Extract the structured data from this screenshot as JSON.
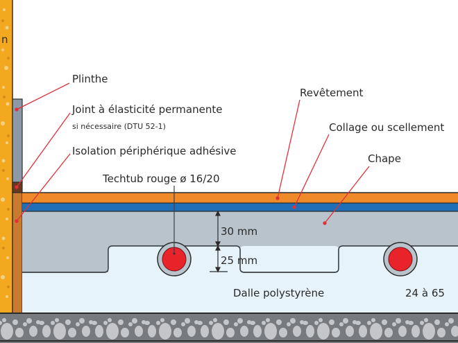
{
  "labels": {
    "wall_fragment": "n",
    "plinthe": "Plinthe",
    "joint": "Joint à élasticité permanente",
    "joint_note": "si nécessaire (DTU 52-1)",
    "isolation": "Isolation périphérique adhésive",
    "techtub": "Techtub rouge ø 16/20",
    "revetement": "Revêtement",
    "collage": "Collage ou scellement",
    "chape": "Chape",
    "dim_chape": "30 mm",
    "dim_plot": "25 mm",
    "dalle": "Dalle polystyrène",
    "dalle_range": "24 à 65"
  },
  "colors": {
    "wall": "#f2a91f",
    "plinthe": "#8b9aa6",
    "joint": "#6b3a1e",
    "isolation": "#c97a2e",
    "revetement": "#ef8a2a",
    "collage": "#1f6fb8",
    "chape": "#b9c3cb",
    "polystyrene": "#e6f3fb",
    "slab": "#777b80",
    "tube": "#e8242a",
    "leader": "#e0303a"
  }
}
